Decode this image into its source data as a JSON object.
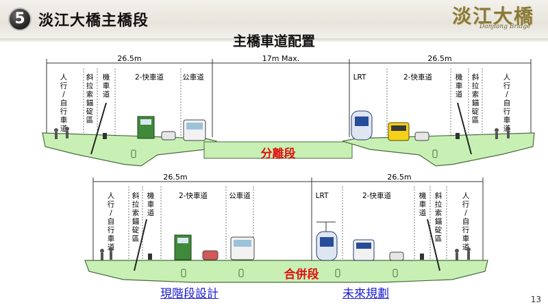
{
  "header": {
    "section_number": "5",
    "section_title": "淡江大橋主橋段",
    "subtitle": "主橋車道配置",
    "logo_cn": "淡江大橋",
    "logo_en": "Danjiang Bridge"
  },
  "top_section": {
    "dims": [
      "26.5m",
      "17m Max.",
      "26.5m"
    ],
    "label": "分離段",
    "lanes_left": [
      {
        "chars": [
          "人",
          "行",
          "/",
          "自",
          "行",
          "車",
          "道"
        ]
      },
      {
        "chars": [
          "斜",
          "拉",
          "索",
          "錨",
          "碇",
          "區"
        ]
      },
      {
        "chars": [
          "機",
          "車",
          "道"
        ]
      },
      {
        "text": "2-快車道"
      },
      {
        "text": "公車道"
      }
    ],
    "lanes_right": [
      {
        "text": "LRT"
      },
      {
        "text": "2-快車道"
      },
      {
        "chars": [
          "機",
          "車",
          "道"
        ]
      },
      {
        "chars": [
          "斜",
          "拉",
          "索",
          "錨",
          "碇",
          "區"
        ]
      },
      {
        "chars": [
          "人",
          "行",
          "/",
          "自",
          "行",
          "車",
          "道"
        ]
      }
    ]
  },
  "bottom_section": {
    "dims": [
      "26.5m",
      "26.5m"
    ],
    "label": "合併段",
    "lanes_left": [
      {
        "chars": [
          "人",
          "行",
          "/",
          "自",
          "行",
          "車",
          "道"
        ]
      },
      {
        "chars": [
          "斜",
          "拉",
          "索",
          "錨",
          "碇",
          "區"
        ]
      },
      {
        "chars": [
          "機",
          "車",
          "道"
        ]
      },
      {
        "text": "2-快車道"
      },
      {
        "text": "公車道"
      }
    ],
    "lanes_right": [
      {
        "text": "LRT"
      },
      {
        "text": "2-快車道"
      },
      {
        "chars": [
          "機",
          "車",
          "道"
        ]
      },
      {
        "chars": [
          "斜",
          "拉",
          "索",
          "錨",
          "碇",
          "區"
        ]
      },
      {
        "chars": [
          "人",
          "行",
          "/",
          "自",
          "行",
          "車",
          "道"
        ]
      }
    ]
  },
  "footer": {
    "left_link": "現階段設計",
    "right_link": "未來規劃",
    "page_number": "13"
  },
  "colors": {
    "deck": "#c8f0b4",
    "deck_stroke": "#4a6a3c",
    "label_red": "#e01010",
    "link_blue": "#1b1bd0",
    "bus_yellow": "#f5d21a",
    "truck_green": "#3f8a3a"
  }
}
